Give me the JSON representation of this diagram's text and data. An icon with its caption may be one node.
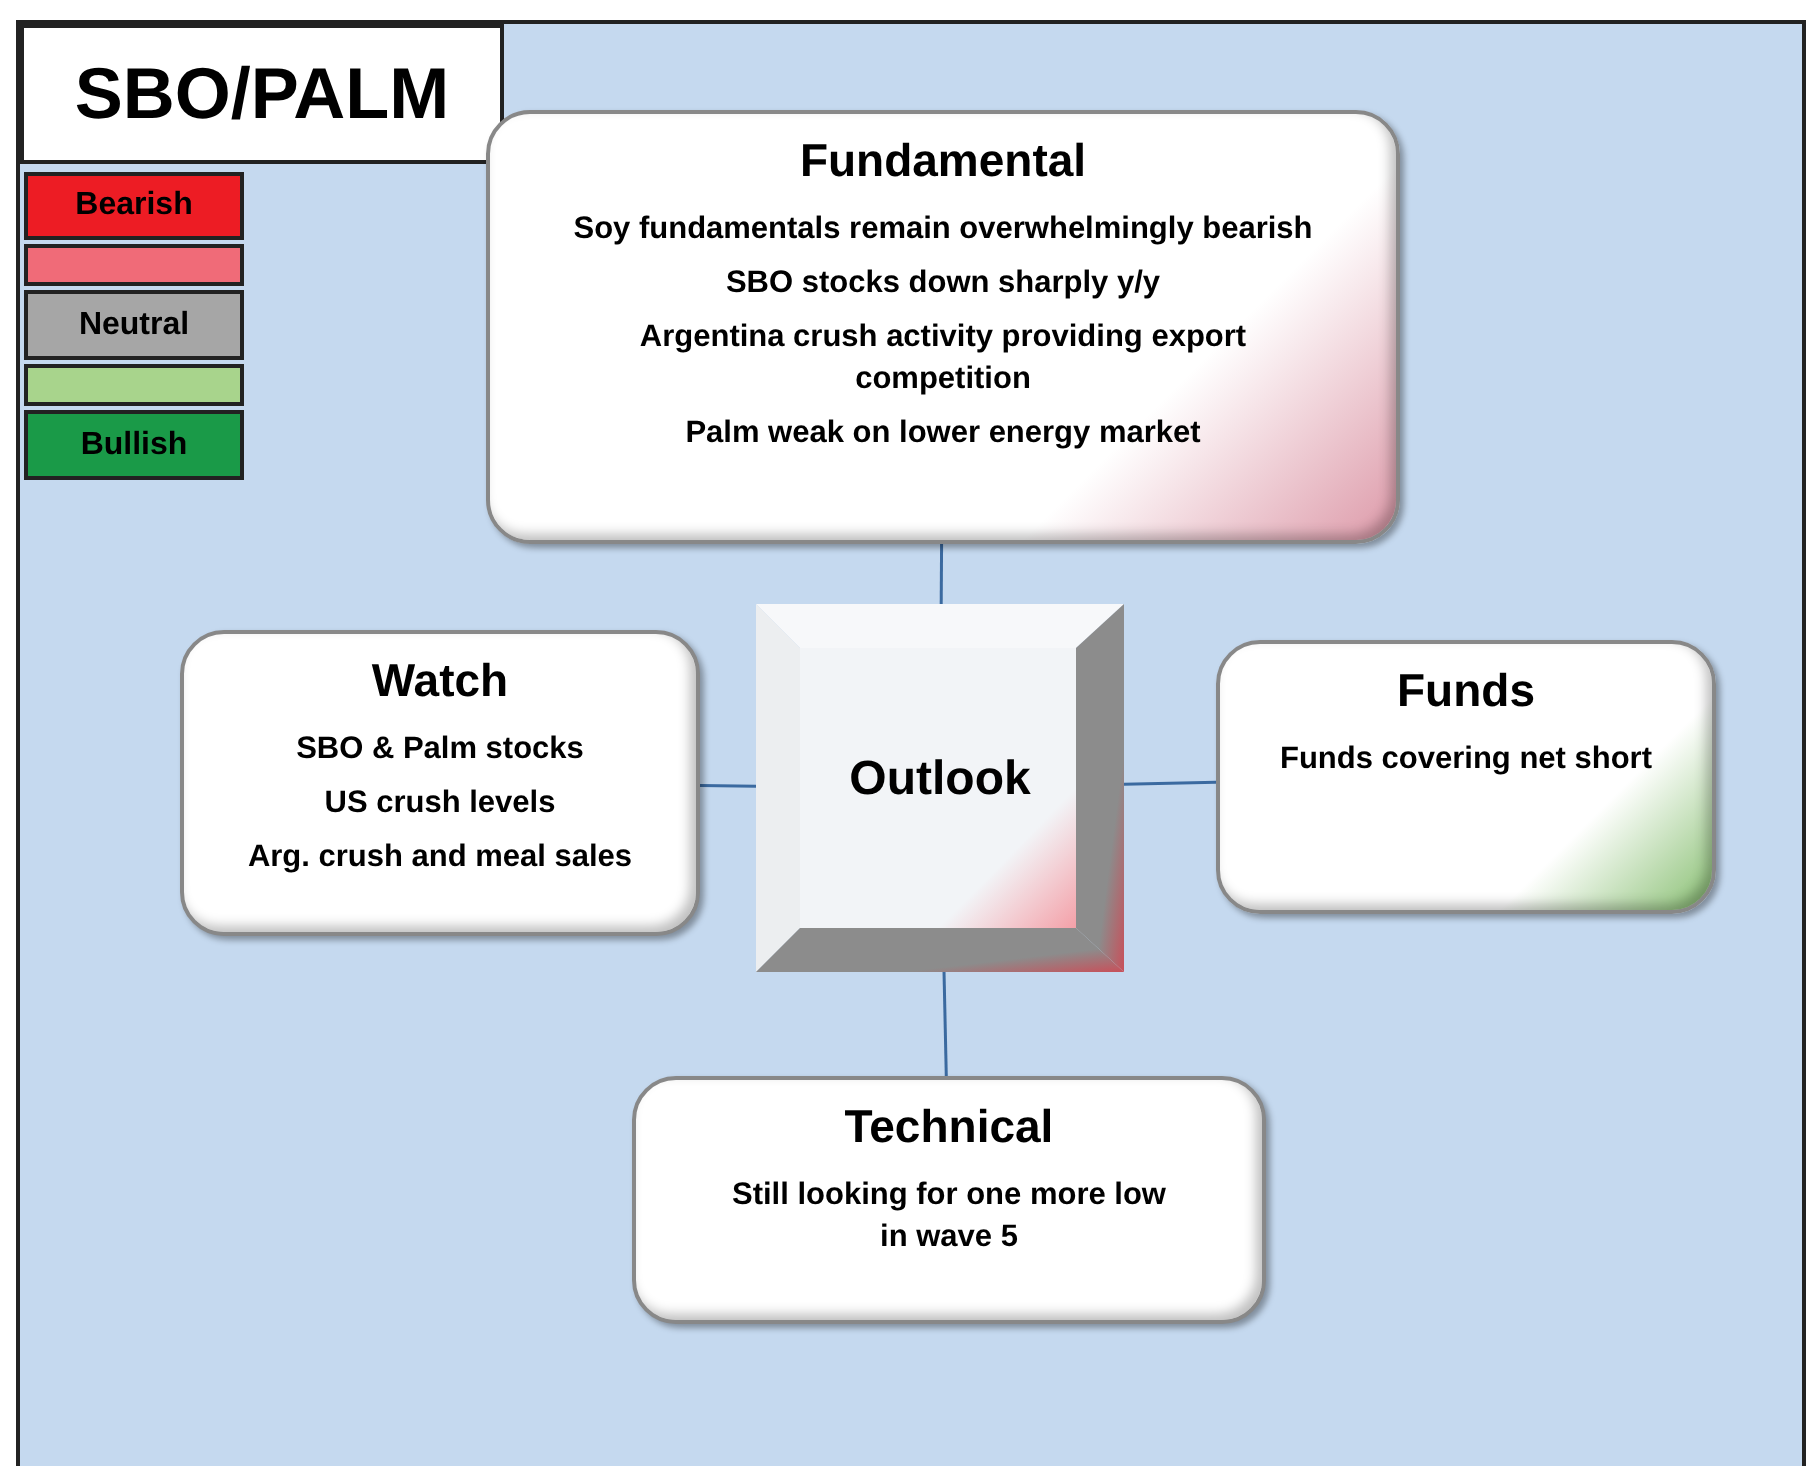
{
  "diagram": {
    "title": "SBO/PALM",
    "nodes": [
      {
        "text": [
          "Fundamental",
          "Soy fundamentals remain overwhelmingly bearish",
          "SBO stocks down sharply y/y",
          "Argentina crush activity providing export competition",
          "Palm weak on lower energy market"
        ]
      },
      {
        "text": [
          "Watch",
          "SBO & Palm stocks",
          "US crush levels",
          "Arg. crush and meal sales"
        ]
      },
      {
        "text": [
          "Outlook"
        ]
      },
      {
        "text": [
          "Funds",
          "Funds covering net short"
        ]
      },
      {
        "text": [
          "Technical",
          "Still looking for one more low in wave 5"
        ]
      }
    ],
    "edges": [
      {
        "from": 2,
        "to": 0,
        "arrow": "none"
      },
      {
        "from": 2,
        "to": 1,
        "arrow": "none"
      },
      {
        "from": 2,
        "to": 3,
        "arrow": "none"
      },
      {
        "from": 2,
        "to": 4,
        "arrow": "none"
      }
    ],
    "legend": [
      {
        "text": "Bearish",
        "color": "#ed1c24"
      },
      {
        "text": "Neutral",
        "color": "#a6a6a6"
      },
      {
        "text": "Bullish",
        "color": "#1a9a48"
      }
    ]
  }
}
